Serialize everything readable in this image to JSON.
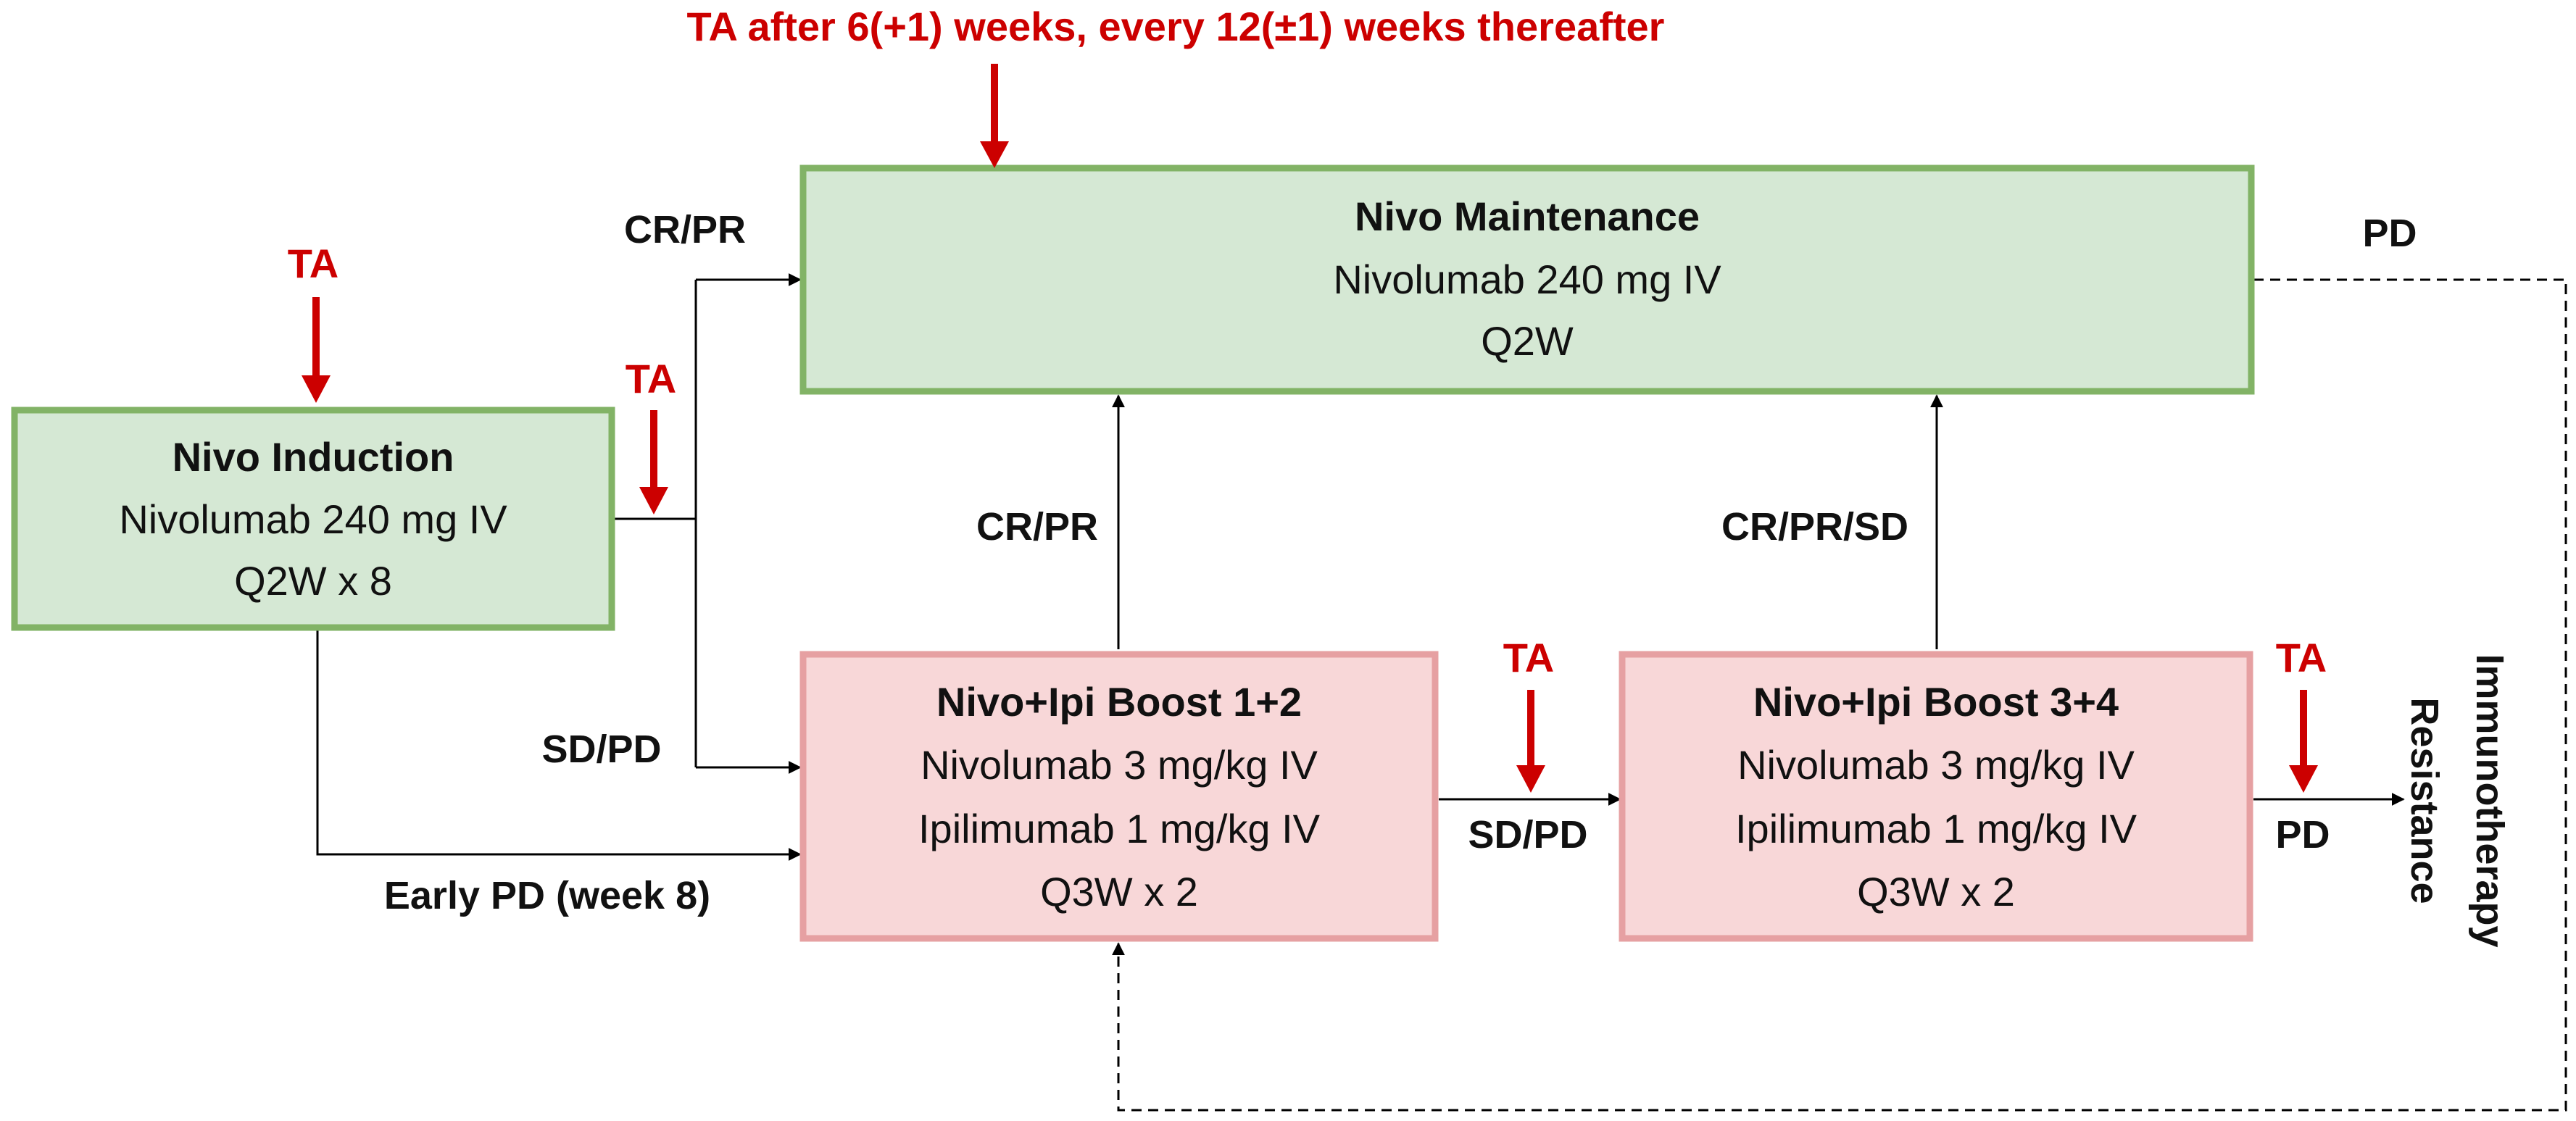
{
  "header": {
    "assessment_schedule": "TA after 6(+1) weeks, every 12(±1) weeks thereafter"
  },
  "boxes": {
    "induction": {
      "title": "Nivo Induction",
      "line1": "Nivolumab 240 mg IV",
      "line2": "Q2W x 8"
    },
    "maintenance": {
      "title": "Nivo Maintenance",
      "line1": "Nivolumab 240 mg IV",
      "line2": "Q2W"
    },
    "boost12": {
      "title": "Nivo+Ipi Boost 1+2",
      "line1": "Nivolumab 3 mg/kg IV",
      "line2": "Ipilimumab 1 mg/kg IV",
      "line3": "Q3W x 2"
    },
    "boost34": {
      "title": "Nivo+Ipi Boost 3+4",
      "line1": "Nivolumab 3 mg/kg IV",
      "line2": "Ipilimumab 1 mg/kg IV",
      "line3": "Q3W x 2"
    }
  },
  "labels": {
    "ta": "TA",
    "cr_pr_top": "CR/PR",
    "sd_pd_left": "SD/PD",
    "early_pd": "Early PD (week 8)",
    "cr_pr_mid": "CR/PR",
    "cr_pr_sd": "CR/PR/SD",
    "sd_pd_mid": "SD/PD",
    "pd_right": "PD",
    "pd_top_right": "PD"
  },
  "outcome": {
    "line1": "Immunotherapy",
    "line2": "Resistance"
  },
  "colors": {
    "green_fill": "#d5e8d4",
    "green_border": "#82b366",
    "red_fill": "#f8d7d8",
    "red_border": "#e6a0a2",
    "assessment_red": "#cc0000",
    "connector": "#000000"
  }
}
